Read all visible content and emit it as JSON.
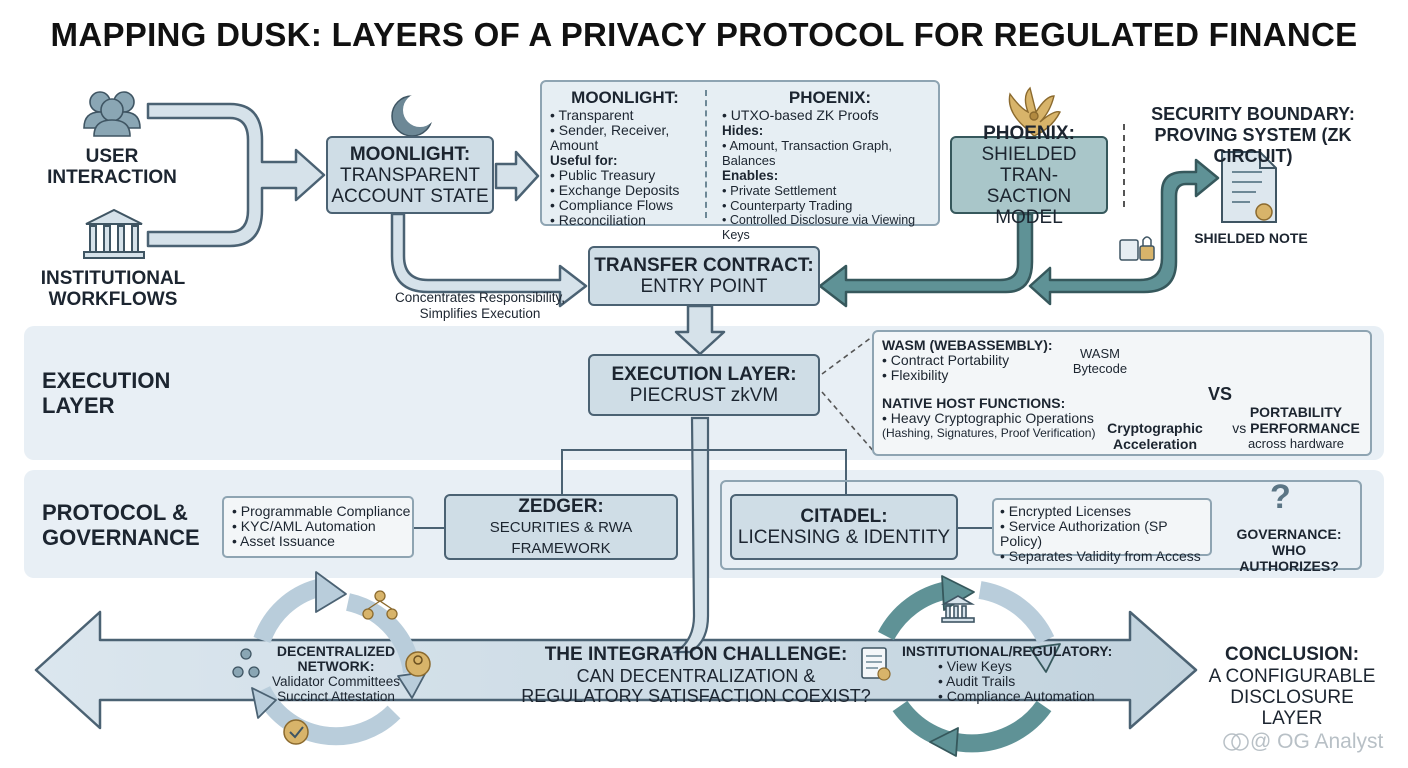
{
  "title": "MAPPING DUSK: LAYERS OF A PRIVACY PROTOCOL FOR REGULATED FINANCE",
  "inputs": {
    "user": [
      "USER",
      "INTERACTION"
    ],
    "institutional": [
      "INSTITUTIONAL",
      "WORKFLOWS"
    ]
  },
  "moonlight_box": {
    "heading": "MOONLIGHT:",
    "lines": [
      "TRANSPARENT",
      "ACCOUNT STATE"
    ]
  },
  "moonlight_panel": {
    "heading": "MOONLIGHT:",
    "items": [
      "Transparent",
      "Sender, Receiver, Amount"
    ],
    "useful_heading": "Useful for:",
    "useful": [
      "Public Treasury",
      "Exchange Deposits",
      "Compliance Flows",
      "Reconciliation"
    ]
  },
  "phoenix_panel": {
    "heading": "PHOENIX:",
    "items": [
      "UTXO-based ZK Proofs"
    ],
    "hides_heading": "Hides:",
    "hides": [
      "Amount, Transaction Graph, Balances"
    ],
    "enables_heading": "Enables:",
    "enables": [
      "Private Settlement",
      "Counterparty Trading",
      "Controlled Disclosure via Viewing Keys"
    ]
  },
  "phoenix_box": {
    "heading": "PHOENIX:",
    "lines": [
      "SHIELDED TRAN-",
      "SACTION MODEL"
    ]
  },
  "security": {
    "lines": [
      "SECURITY BOUNDARY:",
      "PROVING SYSTEM (ZK CIRCUIT)"
    ],
    "note": "SHIELDED NOTE"
  },
  "transfer": {
    "heading": "TRANSFER CONTRACT:",
    "sub": "ENTRY POINT",
    "note": [
      "Concentrates Responsibility,",
      "Simplifies Execution"
    ]
  },
  "execution_band": {
    "label": [
      "EXECUTION",
      "LAYER"
    ]
  },
  "execution_box": {
    "heading": "EXECUTION LAYER:",
    "sub": "PIECRUST zkVM"
  },
  "wasm": {
    "heading": "WASM (WEBASSEMBLY):",
    "items": [
      "Contract Portability",
      "Flexibility"
    ],
    "bytecode": [
      "WASM",
      "Bytecode"
    ],
    "native_heading": "NATIVE HOST FUNCTIONS:",
    "native_items": [
      "Heavy Cryptographic Operations"
    ],
    "native_sub": "(Hashing, Signatures, Proof Verification)",
    "accel": [
      "Cryptographic",
      "Acceleration"
    ],
    "vs": "VS",
    "portability": "PORTABILITY",
    "vs_small": "vs",
    "performance": "PERFORMANCE",
    "hardware": "across hardware"
  },
  "protocol_band": {
    "label": [
      "PROTOCOL &",
      "GOVERNANCE"
    ]
  },
  "zedger": {
    "bullets": [
      "Programmable Compliance",
      "KYC/AML Automation",
      "Asset Issuance"
    ],
    "heading": "ZEDGER:",
    "sub": "SECURITIES & RWA FRAMEWORK"
  },
  "citadel": {
    "heading": "CITADEL:",
    "sub": "LICENSING & IDENTITY",
    "bullets": [
      "Encrypted Licenses",
      "Service Authorization (SP Policy)",
      "Separates Validity from Access"
    ],
    "question": "?",
    "governance": [
      "GOVERNANCE:",
      "WHO AUTHORIZES?"
    ]
  },
  "bottom": {
    "decentralized": [
      "DECENTRALIZED",
      "NETWORK:"
    ],
    "decentralized_items": [
      "Validator Committees",
      "Succinct Attestation"
    ],
    "challenge_heading": "THE INTEGRATION CHALLENGE:",
    "challenge_lines": [
      "CAN DECENTRALIZATION &",
      "REGULATORY SATISFACTION COEXIST?"
    ],
    "institutional_heading": "INSTITUTIONAL/REGULATORY:",
    "institutional_items": [
      "View Keys",
      "Audit Trails",
      "Compliance Automation"
    ],
    "conclusion_heading": "CONCLUSION:",
    "conclusion_lines": [
      "A CONFIGURABLE",
      "DISCLOSURE LAYER"
    ]
  },
  "watermark": "@ OG Analyst",
  "colors": {
    "box_fill": "#cfdde6",
    "stroke": "#4b6273",
    "teal": "#5f9296",
    "band": "#e8eff5"
  }
}
